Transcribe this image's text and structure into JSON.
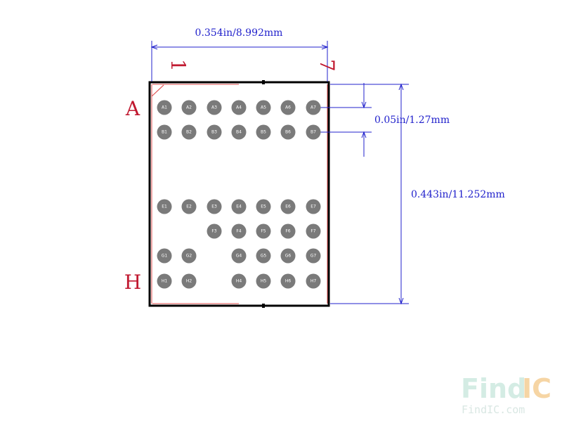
{
  "dimensions": {
    "width": "0.354in/8.992mm",
    "pitch": "0.05in/1.27mm",
    "height": "0.443in/11.252mm"
  },
  "labels": {
    "col_first": "1",
    "col_last": "7",
    "row_first": "A",
    "row_last": "H"
  },
  "balls": [
    [
      "A1",
      "A2",
      "A3",
      "A4",
      "A5",
      "A6",
      "A7"
    ],
    [
      "B1",
      "B2",
      "B3",
      "B4",
      "B5",
      "B6",
      "B7"
    ],
    [
      "E1",
      "E2",
      "E3",
      "E4",
      "E5",
      "E6",
      "E7"
    ],
    [
      "",
      "",
      "F3",
      "F4",
      "F5",
      "F6",
      "F7"
    ],
    [
      "G1",
      "G2",
      "",
      "G4",
      "G5",
      "G6",
      "G7"
    ],
    [
      "H1",
      "H2",
      "",
      "H4",
      "H5",
      "H6",
      "H7"
    ]
  ],
  "watermark": {
    "logo_find": "Find",
    "logo_ic": "IC",
    "url": "FindIC.com"
  },
  "colors": {
    "dimension": "#2222cc",
    "label": "#c0182f",
    "ball": "#7a7a7a",
    "outline": "#000000"
  }
}
